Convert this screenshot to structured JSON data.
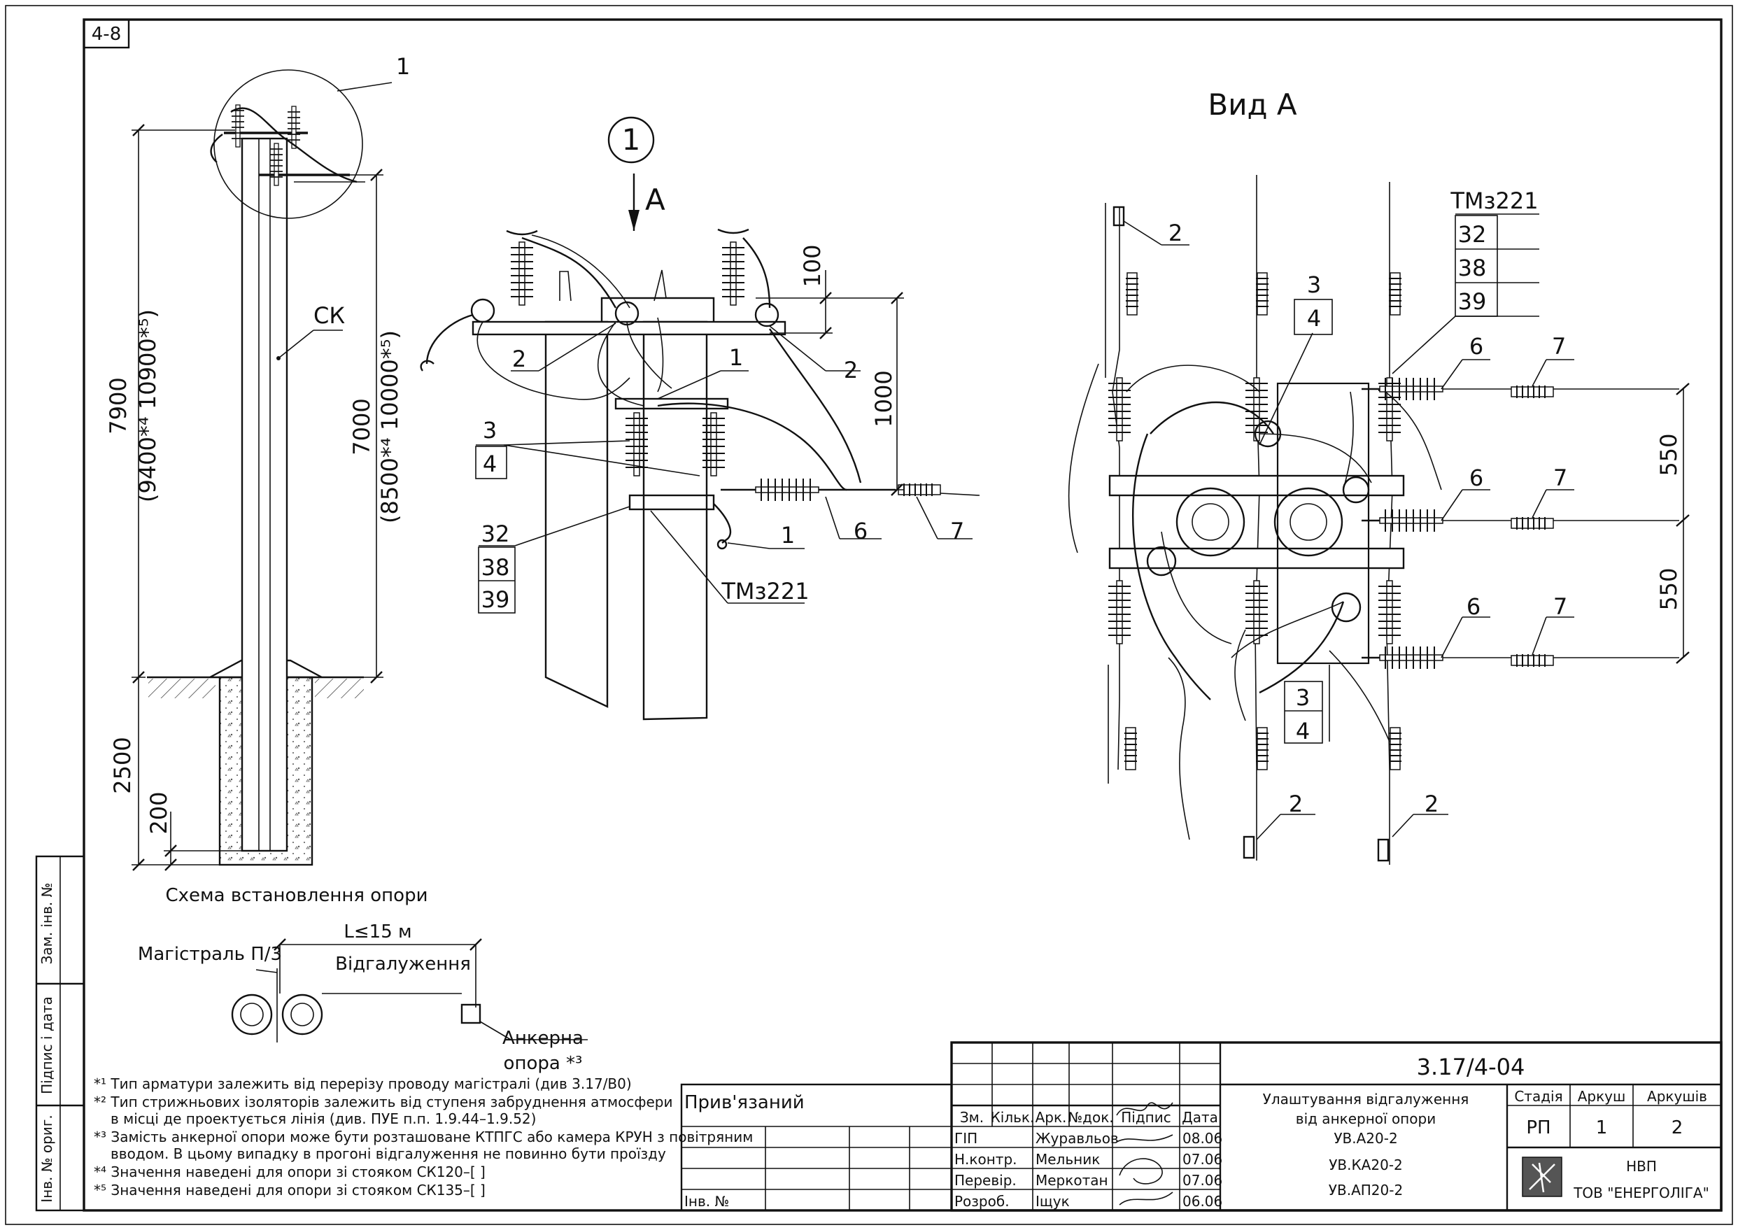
{
  "sheet_code": "4-8",
  "schema": {
    "callout": "1",
    "label_ck": "СК",
    "dim_7900": "7900",
    "dim_9400": "(9400*⁴ 10900*⁵)",
    "dim_7000": "7000",
    "dim_8500": "(8500*⁴ 10000*⁵)",
    "dim_2500": "2500",
    "dim_200": "200",
    "caption": "Схема встановлення опори"
  },
  "detail1": {
    "circle_label": "1",
    "arrow_label": "A",
    "dim_100": "100",
    "dim_1000": "1000",
    "labels": [
      "2",
      "1",
      "2",
      "3",
      "4",
      "32",
      "38",
      "39",
      "1",
      "6",
      "7",
      "ТМз221"
    ]
  },
  "view_a": {
    "title": "Вид А",
    "table_labels": [
      "ТМз221",
      "32",
      "38",
      "39"
    ],
    "labels": [
      "2",
      "3",
      "4",
      "6",
      "7",
      "6",
      "7",
      "6",
      "7",
      "3",
      "4",
      "2",
      "2"
    ],
    "dim_550_a": "550",
    "dim_550_b": "550"
  },
  "plan": {
    "length": "L≤15 м",
    "main_line": "Магістраль П/3",
    "branch": "Відгалуження",
    "anchor_1": "Анкерна",
    "anchor_2": "опора *³"
  },
  "notes": [
    "*¹ Тип арматури залежить від перерізу проводу магістралі (див 3.17/В0)",
    "*² Тип стрижньових ізоляторів залежить від ступеня забруднення атмосфери",
    "в місці де проектується лінія (див. ПУЕ п.п. 1.9.44–1.9.52)",
    "*³ Замість анкерної опори може бути розташоване КТПГС або камера КРУН з повітряним",
    "вводом. В цьому випадку в прогоні відгалуження не повинно бути проїзду",
    "*⁴ Значення наведені для опори зі стояком СК120–[ ]",
    "*⁵ Значення наведені для опори зі стояком СК135–[ ]"
  ],
  "side_stamp": {
    "zam_inv": "Зам. інв. №",
    "pidpys": "Підпис і дата",
    "inv_orig": "Інв. № ориг."
  },
  "title_block": {
    "pryvyazanyi": "Прив'язаний",
    "inv_no": "Інв. №",
    "doc_code": "3.17/4-04",
    "headers": [
      "Зм.",
      "Кільк.",
      "Арк.",
      "№док.",
      "Підпис",
      "Дата"
    ],
    "rows": [
      {
        "role": "ГІП",
        "name": "Журавльов",
        "date": "08.06"
      },
      {
        "role": "Н.контр.",
        "name": "Мельник",
        "date": "07.06"
      },
      {
        "role": "Перевір.",
        "name": "Меркотан",
        "date": "07.06"
      },
      {
        "role": "Розроб.",
        "name": "Іщук",
        "date": "06.06"
      }
    ],
    "description": [
      "Улаштування відгалуження",
      "від анкерної опори",
      "УВ.А20-2",
      "УВ.КА20-2",
      "УВ.АП20-2"
    ],
    "stage_label": "Стадія",
    "sheet_label": "Аркуш",
    "sheets_label": "Аркушів",
    "stage": "РП",
    "sheet": "1",
    "sheets": "2",
    "org_1": "НВП",
    "org_2": "ТОВ \"ЕНЕРГОЛІГА\""
  }
}
